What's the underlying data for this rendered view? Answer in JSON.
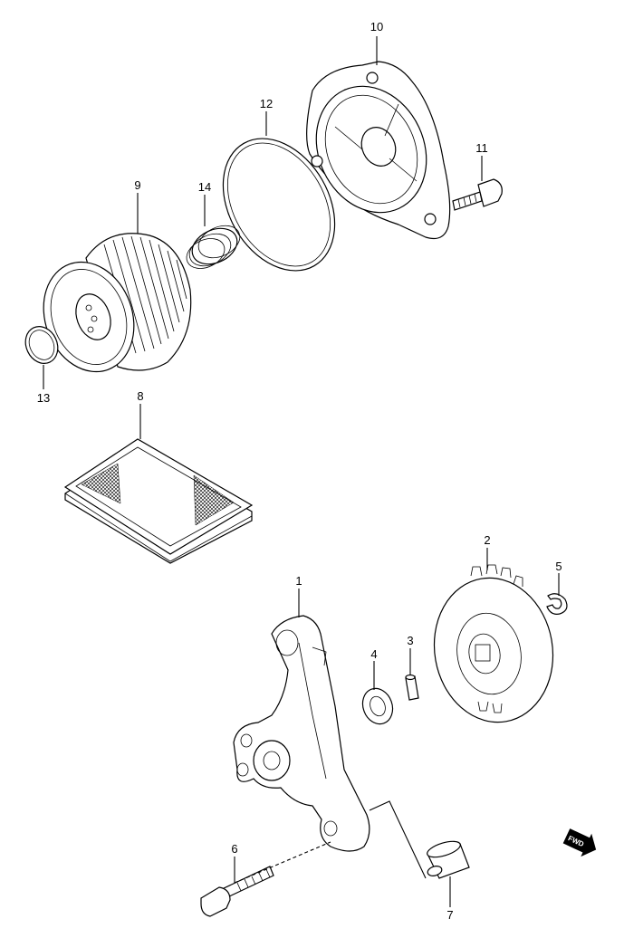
{
  "diagram": {
    "callouts": [
      {
        "id": "1",
        "label": "1"
      },
      {
        "id": "2",
        "label": "2"
      },
      {
        "id": "3",
        "label": "3"
      },
      {
        "id": "4",
        "label": "4"
      },
      {
        "id": "5",
        "label": "5"
      },
      {
        "id": "6",
        "label": "6"
      },
      {
        "id": "7",
        "label": "7"
      },
      {
        "id": "8",
        "label": "8"
      },
      {
        "id": "9",
        "label": "9"
      },
      {
        "id": "10",
        "label": "10"
      },
      {
        "id": "11",
        "label": "11"
      },
      {
        "id": "12",
        "label": "12"
      },
      {
        "id": "13",
        "label": "13"
      },
      {
        "id": "14",
        "label": "14"
      }
    ],
    "fwd_badge": "FWD"
  }
}
